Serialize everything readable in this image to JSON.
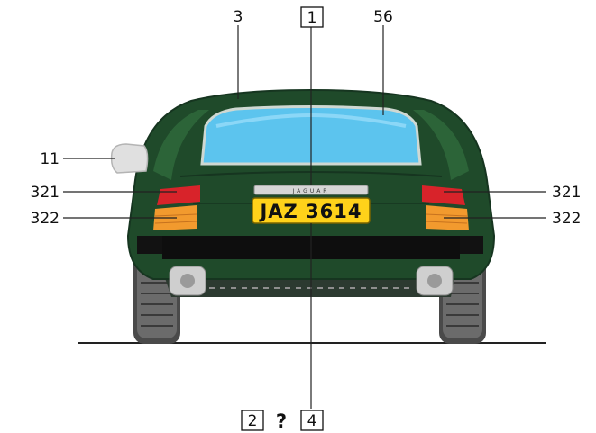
{
  "callouts": {
    "top_left": "3",
    "top_right": "56",
    "mirror": "11",
    "left_upper_lamp": "321",
    "left_lower_lamp": "322",
    "right_upper_lamp": "321",
    "right_lower_lamp": "322"
  },
  "boxed": {
    "top": "1",
    "bottom_left": "2",
    "bottom_right": "4"
  },
  "question_mark": "?",
  "car": {
    "plate": "JAZ 3614",
    "badge": "JAGUAR"
  },
  "colors": {
    "body": "#1f4a2a",
    "window": "#5cc4ee",
    "plate": "#ffd21a",
    "brake_lamp": "#d8232a",
    "indicator_lamp": "#f29a2e"
  }
}
